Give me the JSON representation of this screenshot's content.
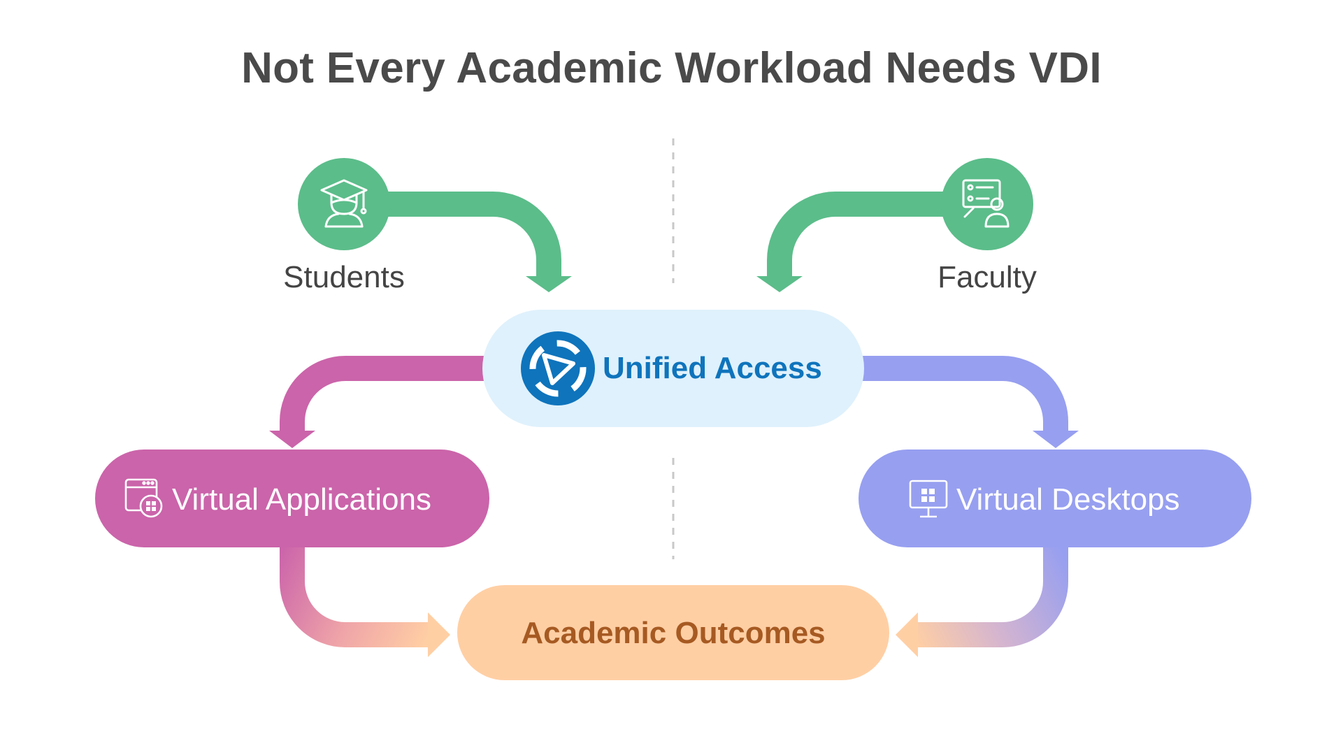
{
  "title": "Not Every Academic Workload Needs VDI",
  "nodes": {
    "students": {
      "label": "Students",
      "icon": "graduate-icon"
    },
    "faculty": {
      "label": "Faculty",
      "icon": "presenter-icon"
    },
    "unified_access": {
      "label": "Unified Access",
      "icon": "unified-access-logo"
    },
    "virtual_applications": {
      "label": "Virtual Applications",
      "icon": "app-window-icon"
    },
    "virtual_desktops": {
      "label": "Virtual Desktops",
      "icon": "desktop-monitor-icon"
    },
    "academic_outcomes": {
      "label": "Academic Outcomes"
    }
  },
  "colors": {
    "title": "#4a4a4a",
    "users": "#5bbd8a",
    "unified_access_bg": "#dff1fc",
    "unified_access_text": "#0f74bc",
    "virtual_applications": "#cb64aa",
    "virtual_desktops": "#979ff0",
    "academic_outcomes_bg": "#ffcfa4",
    "academic_outcomes_text": "#a65a22",
    "divider": "#c8c8c8"
  }
}
